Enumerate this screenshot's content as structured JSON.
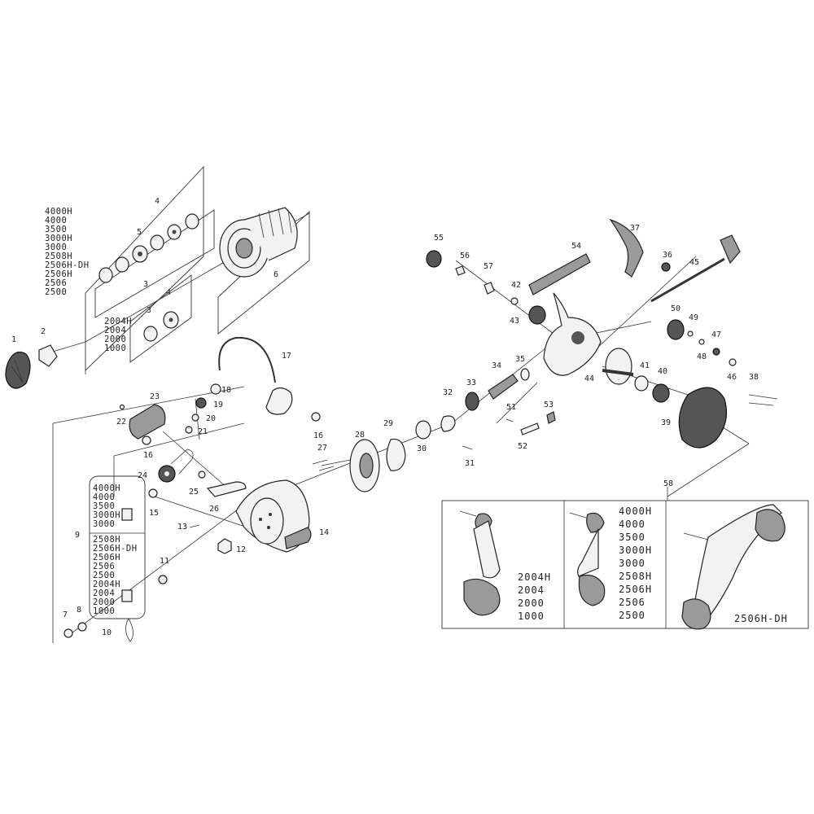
{
  "parts": [
    "1",
    "2",
    "3",
    "4",
    "5",
    "6",
    "7",
    "8",
    "9",
    "10",
    "11",
    "12",
    "13",
    "14",
    "15",
    "16",
    "17",
    "18",
    "19",
    "20",
    "21",
    "22",
    "23",
    "24",
    "25",
    "26",
    "27",
    "28",
    "29",
    "30",
    "31",
    "32",
    "33",
    "34",
    "35",
    "36",
    "37",
    "38",
    "39",
    "40",
    "41",
    "42",
    "43",
    "44",
    "45",
    "46",
    "47",
    "48",
    "49",
    "50",
    "51",
    "52",
    "53",
    "54",
    "55",
    "56",
    "57",
    "58"
  ],
  "extra_labels": [
    "16",
    "3",
    "4"
  ],
  "spool_models": {
    "large": [
      "4000H",
      "4000",
      "3500",
      "3000H",
      "3000",
      "2508H",
      "2506H-DH",
      "2506H",
      "2506",
      "2500"
    ],
    "small": [
      "2004H",
      "2004",
      "2000",
      "1000"
    ]
  },
  "bail_models": {
    "upper": [
      "4000H",
      "4000",
      "3500",
      "3000H",
      "3000"
    ],
    "lower": [
      "2508H",
      "2506H-DH",
      "2506H",
      "2506",
      "2500",
      "2004H",
      "2004",
      "2000",
      "1000"
    ]
  },
  "handle_models": {
    "left": [
      "2004H",
      "2004",
      "2000",
      "1000"
    ],
    "middle": [
      "4000H",
      "4000",
      "3500",
      "3000H",
      "3000",
      "2508H",
      "2506H",
      "2506",
      "2500"
    ],
    "right": [
      "2506H-DH"
    ]
  }
}
